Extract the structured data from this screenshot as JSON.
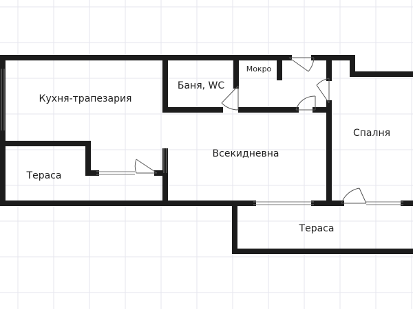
{
  "floor_plan": {
    "rooms": {
      "kitchen": "Кухня-трапезария",
      "bathroom": "Баня, WC",
      "wet_room": "Мокро",
      "bedroom": "Спалня",
      "living_room": "Всекидневна",
      "terrace_left": "Тераса",
      "terrace_bottom": "Тераса"
    },
    "colors": {
      "wall": "#1c1c1c",
      "grid": "#e6e6ee",
      "door": "#555555",
      "window": "#777777"
    }
  }
}
